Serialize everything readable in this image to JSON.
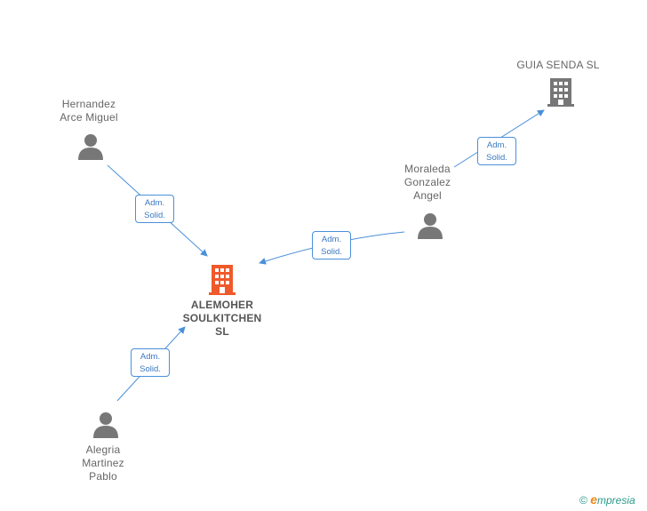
{
  "colors": {
    "arrow": "#4a90d9",
    "person_icon": "#777777",
    "company_icon": "#777777",
    "main_company_icon": "#f0592a"
  },
  "nodes": {
    "guia": {
      "label": "GUIA SENDA SL",
      "icon": "building-icon"
    },
    "hernandez": {
      "label_lines": [
        "Hernandez",
        "Arce Miguel"
      ],
      "icon": "person-icon"
    },
    "moraleda": {
      "label_lines": [
        "Moraleda",
        "Gonzalez",
        "Angel"
      ],
      "icon": "person-icon"
    },
    "alemoher": {
      "label_lines": [
        "ALEMOHER",
        "SOULKITCHEN",
        "SL"
      ],
      "icon": "building-icon"
    },
    "alegria": {
      "label_lines": [
        "Alegria",
        "Martinez",
        "Pablo"
      ],
      "icon": "person-icon"
    }
  },
  "relations": [
    {
      "from": "moraleda",
      "to": "guia",
      "line1": "Adm.",
      "line2": "Solid."
    },
    {
      "from": "hernandez",
      "to": "alemoher",
      "line1": "Adm.",
      "line2": "Solid."
    },
    {
      "from": "moraleda",
      "to": "alemoher",
      "line1": "Adm.",
      "line2": "Solid."
    },
    {
      "from": "alegria",
      "to": "alemoher",
      "line1": "Adm.",
      "line2": "Solid."
    }
  ],
  "footer": {
    "copyright": "©",
    "brand_initial": "e",
    "brand_rest": "mpresia"
  }
}
